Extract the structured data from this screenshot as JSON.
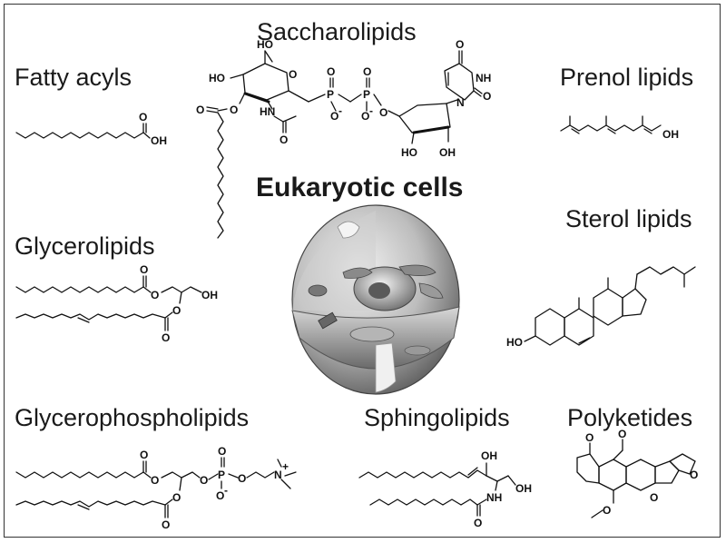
{
  "title": "Eukaryotic cells",
  "categories": {
    "fatty_acyls": "Fatty acyls",
    "saccharolipids": "Saccharolipids",
    "prenol_lipids": "Prenol lipids",
    "sterol_lipids": "Sterol lipids",
    "glycerolipids": "Glycerolipids",
    "glycerophospholipids": "Glycerophospholipids",
    "sphingolipids": "Sphingolipids",
    "polyketides": "Polyketides"
  },
  "atoms": {
    "OH": "OH",
    "HO": "HO",
    "O": "O",
    "P": "P",
    "N": "N",
    "NH": "NH",
    "HN": "HN",
    "Nplus": "N",
    "plus": "+",
    "Ominus": "O",
    "minus": "-"
  },
  "colors": {
    "text": "#1a1a1a",
    "frame": "#333333",
    "cell_light": "#e6e6e6",
    "cell_dark": "#7a7a7a"
  }
}
